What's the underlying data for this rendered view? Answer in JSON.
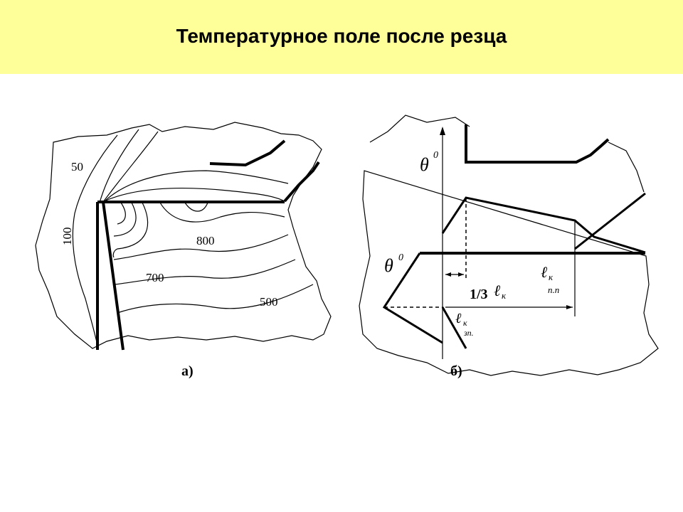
{
  "slide": {
    "title": "Температурное поле после резца",
    "background_color": "#ffff99"
  },
  "figure_a": {
    "caption": "а)",
    "isotherm_labels": [
      "50",
      "100",
      "800",
      "700",
      "500"
    ]
  },
  "figure_b": {
    "caption": "б)",
    "theta_top": "θ",
    "theta_top_sup": "0",
    "theta_left": "θ",
    "theta_left_sup": "0",
    "fraction": "1/3",
    "l_k": "ℓ",
    "l_k_sub": "к",
    "l_k_pp": "ℓ",
    "l_k_pp_sub": "к",
    "l_k_pp_sub2": "п.п",
    "l_k_zp": "ℓ",
    "l_k_zp_sub": "к",
    "l_k_zp_sub2": "зп."
  }
}
